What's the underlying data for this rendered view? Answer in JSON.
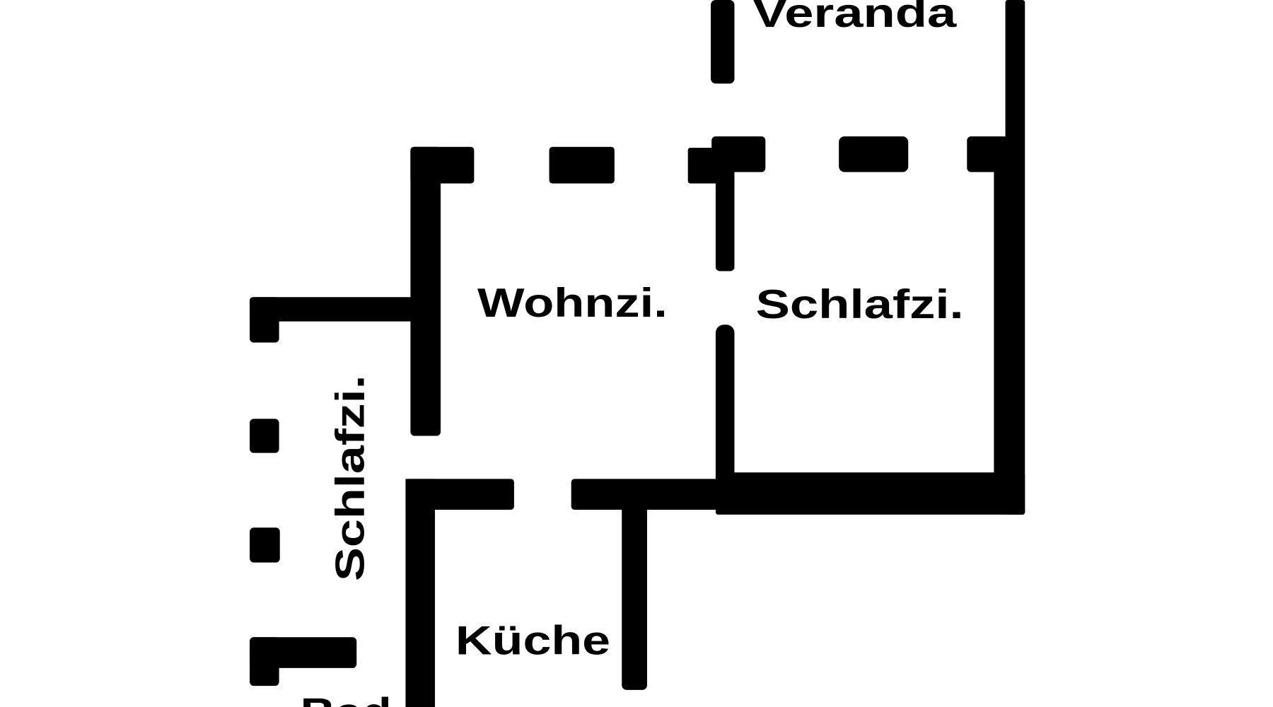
{
  "plan": {
    "wall_color": "#000000",
    "background_color": "#ffffff",
    "rooms": {
      "veranda": "Veranda",
      "wohnzimmer": "Wohnzi.",
      "schlafzimmer_right": "Schlafzi.",
      "schlafzimmer_left": "Schlafzi.",
      "kueche": "Küche",
      "bad": "Bad"
    }
  }
}
